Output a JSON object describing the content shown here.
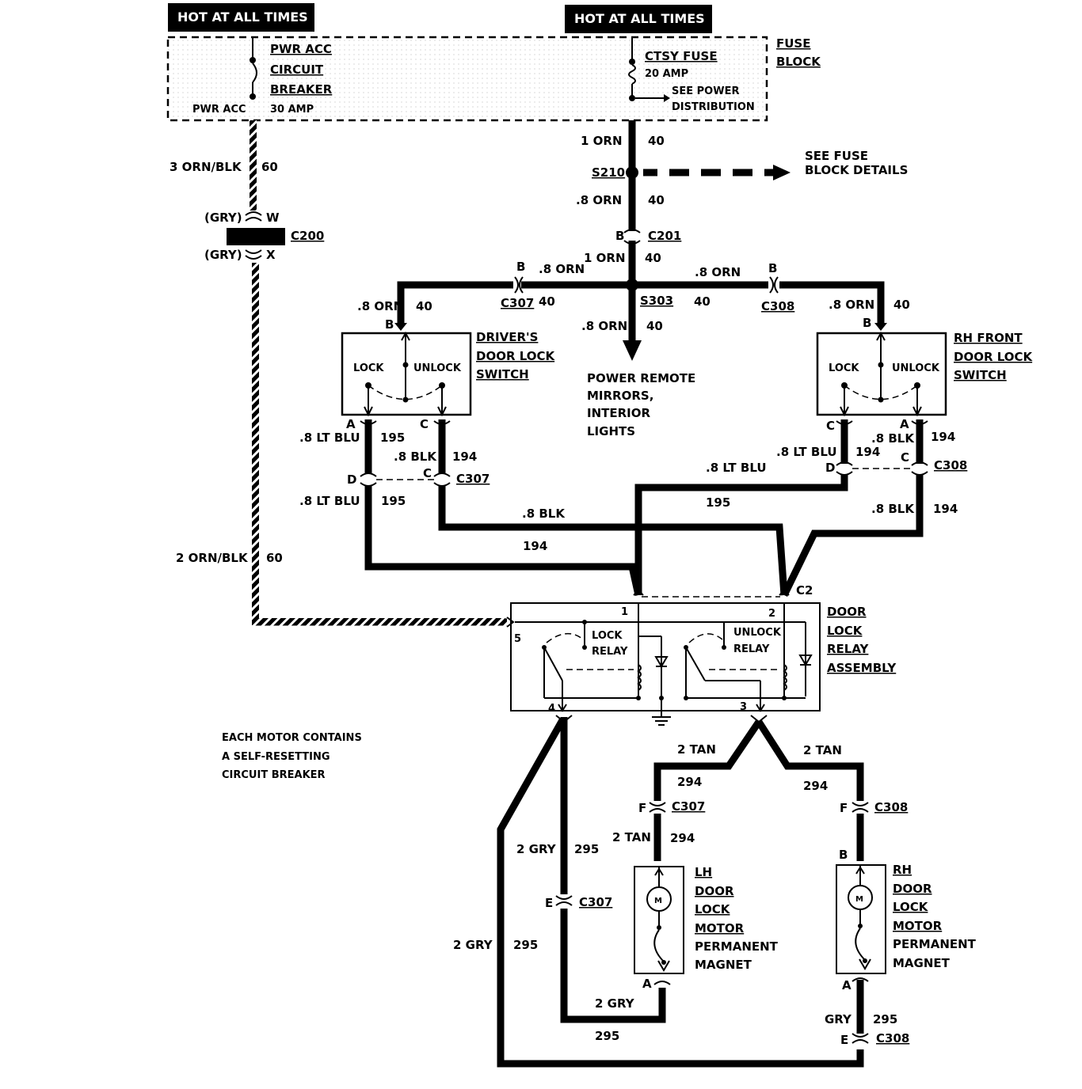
{
  "header_labels": {
    "left": "HOT AT ALL TIMES",
    "right": "HOT AT ALL TIMES"
  },
  "fuse_block": {
    "title_line1": "FUSE",
    "title_line2": "BLOCK",
    "pwr_acc_line1": "PWR ACC",
    "pwr_acc_line2": "CIRCUIT",
    "pwr_acc_line3": "BREAKER",
    "pwr_acc_rating": "30 AMP",
    "pwr_acc_label": "PWR ACC",
    "ctsy_fuse": "CTSY FUSE",
    "ctsy_rating": "20 AMP",
    "see_power_line1": "SEE POWER",
    "see_power_line2": "DISTRIBUTION"
  },
  "wires": {
    "w_3orn_blk": "3 ORN/BLK",
    "c60a": "60",
    "w_1orn_a": "1 ORN",
    "c40a": "40",
    "s210": "S210",
    "see_fuse_line1": "SEE FUSE",
    "see_fuse_line2": "BLOCK DETAILS",
    "w_8orn_a": ".8 ORN",
    "c40b": "40",
    "gry1": "(GRY)",
    "pin_w": "W",
    "c200": "C200",
    "gry2": "(GRY)",
    "pin_x": "X",
    "pin_b_c201": "B",
    "c201": "C201",
    "w_1orn_b": "1 ORN",
    "c40c": "40",
    "pin_b_c307": "B",
    "w_8orn_b": ".8 ORN",
    "c307_top": "C307",
    "c40d": "40",
    "s303": "S303",
    "w_8orn_c": ".8 ORN",
    "c40e": "40",
    "pin_b_c308": "B",
    "c308_top": "C308",
    "c40f": "40",
    "w_8orn_left": ".8 ORN",
    "c40_left": "40",
    "pin_b_left_sw": "B",
    "w_8orn_right": ".8 ORN",
    "c40_right": "40",
    "pin_b_right_sw": "B",
    "w_8orn_down": ".8 ORN",
    "c40_down": "40",
    "power_remote_line1": "POWER REMOTE",
    "power_remote_line2": "MIRRORS,",
    "power_remote_line3": "INTERIOR",
    "power_remote_line4": "LIGHTS",
    "w_2orn_blk": "2 ORN/BLK",
    "c60b": "60"
  },
  "driver_switch": {
    "title1": "DRIVER'S",
    "title2": "DOOR LOCK",
    "title3": "SWITCH",
    "lock": "LOCK",
    "unlock": "UNLOCK",
    "pin_a": "A",
    "pin_c": "C",
    "w_8ltblu_a": ".8 LT BLU",
    "c195a": "195",
    "w_8blk_a": ".8 BLK",
    "c194a": "194",
    "pin_d": "D",
    "pin_c2": "C",
    "c307_mid": "C307",
    "w_8ltblu_b": ".8 LT BLU",
    "c195b": "195",
    "w_8blk_b": ".8 BLK",
    "c194b": "194"
  },
  "rh_switch": {
    "title1": "RH FRONT",
    "title2": "DOOR LOCK",
    "title3": "SWITCH",
    "lock": "LOCK",
    "unlock": "UNLOCK",
    "pin_c": "C",
    "pin_a": "A",
    "w_8ltblu_a": ".8 LT BLU",
    "c194_top_r": "194",
    "w_8blk_a": ".8 BLK",
    "c194a": "194",
    "pin_d": "D",
    "pin_c2": "C",
    "c308_mid": "C308",
    "w_8ltblu_b": ".8 LT BLU",
    "c195b": "195",
    "w_8blk_b": ".8 BLK",
    "c194b": "194"
  },
  "relay": {
    "title1": "DOOR",
    "title2": "LOCK",
    "title3": "RELAY",
    "title4": "ASSEMBLY",
    "c2": "C2",
    "pin1": "1",
    "pin2": "2",
    "pin5": "5",
    "pin4": "4",
    "pin3": "3",
    "lock_relay_line1": "LOCK",
    "lock_relay_line2": "RELAY",
    "unlock_relay_line1": "UNLOCK",
    "unlock_relay_line2": "RELAY"
  },
  "note": {
    "line1": "EACH MOTOR CONTAINS",
    "line2": "A SELF-RESETTING",
    "line3": "CIRCUIT BREAKER"
  },
  "motors": {
    "w_2tan_a": "2 TAN",
    "c294a": "294",
    "w_2tan_b": "2 TAN",
    "c294b": "294",
    "pin_f_left": "F",
    "c307_f": "C307",
    "w_2tan_c": "2 TAN",
    "c294c": "294",
    "pin_f_right": "F",
    "c308_f": "C308",
    "pin_b_rh": "B",
    "w_2gry_a": "2 GRY",
    "c295a": "295",
    "pin_e_left": "E",
    "c307_e": "C307",
    "w_2gry_b": "2 GRY",
    "c295b": "295",
    "pin_a_lh": "A",
    "w_2gry_c": "2 GRY",
    "c295c": "295",
    "pin_a_rh": "A",
    "w_gry": "GRY",
    "c295d": "295",
    "pin_e_right": "E",
    "c308_e": "C308",
    "lh_line1": "LH",
    "lh_line2": "DOOR",
    "lh_line3": "LOCK",
    "lh_line4": "MOTOR",
    "lh_line5": "PERMANENT",
    "lh_line6": "MAGNET",
    "rh_line1": "RH",
    "rh_line2": "DOOR",
    "rh_line3": "LOCK",
    "rh_line4": "MOTOR",
    "rh_line5": "PERMANENT",
    "rh_line6": "MAGNET",
    "motor_symbol": "M"
  }
}
